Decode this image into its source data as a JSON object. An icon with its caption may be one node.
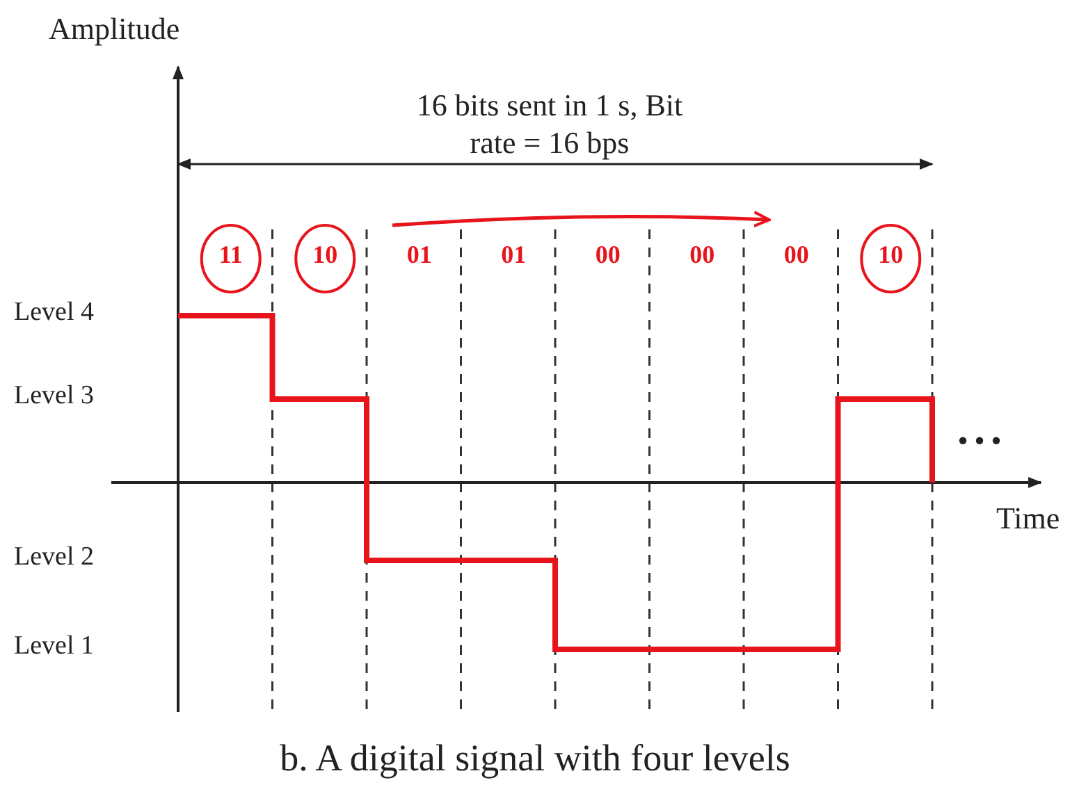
{
  "diagram": {
    "caption": "b. A digital signal with four levels",
    "labels": [
      "Amplitude",
      "16 bits sent in 1 s, Bit rate = 16 bps",
      "11",
      "10",
      "01",
      "01",
      "00",
      "00",
      "00",
      "10",
      "Level 4",
      "Level 3",
      "...",
      "Time",
      "Level 2",
      "Level 1"
    ]
  }
}
